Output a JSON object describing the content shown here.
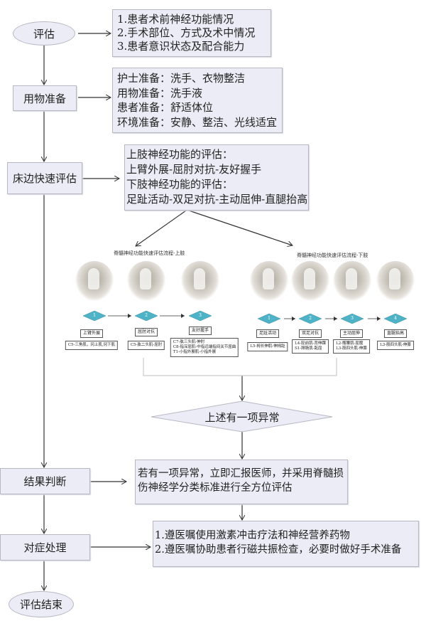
{
  "nodes": {
    "assess": "评估",
    "prep": "用物准备",
    "bedside": "床边快速评估",
    "result": "结果判断",
    "treat": "对症处理",
    "end": "评估结束",
    "decision": "上述有一项异常"
  },
  "assess_details": [
    "1.患者术前神经功能情况",
    "2.手术部位、方式及术中情况",
    "3.患者意识状态及配合能力"
  ],
  "prep_details": [
    "护士准备：洗手、衣物整洁",
    "用物准备：洗手液",
    "患者准备：舒适体位",
    "环境准备：安静、整洁、光线适宜"
  ],
  "bedside_details": [
    "上肢神经功能的评估：",
    "上臂外展-屈肘对抗-友好握手",
    "下肢神经功能的评估：",
    "足趾活动-双足对抗-主动屈伸-直腿抬高"
  ],
  "result_details": [
    "若有一项异常，立即汇报医师，并采用脊髓损",
    "伤神经学分类标准进行全方位评估"
  ],
  "treat_details": [
    "1.遵医嘱使用激素冲击疗法和神经营养药物",
    "2.遵医嘱协助患者行磁共振检查，必要时做好手术准备"
  ],
  "upper_limb": {
    "title": "脊髓神经功能快速评估流程-上肢",
    "steps": [
      {
        "num": "1",
        "label": "上臂外展",
        "details": [
          "C5-三角肌，冈上肌,冈下肌"
        ]
      },
      {
        "num": "2",
        "label": "屈肘对抗",
        "details": [
          "C5-肱二头肌-屈肘"
        ]
      },
      {
        "num": "3",
        "label": "友好握手",
        "details": [
          "C7-肱三头肌-伸肘",
          "C8-指深屈肌-中指远端指间关节屈曲",
          "T1-小指外展肌-小指外展"
        ]
      }
    ]
  },
  "lower_limb": {
    "title": "脊髓神经功能快速评估流程-下肢",
    "steps": [
      {
        "num": "1",
        "label": "足趾活动",
        "details": [
          "L5-拇长伸肌-伸拇趾"
        ]
      },
      {
        "num": "2",
        "label": "双足对抗",
        "details": [
          "L4-胫前肌-背伸踝",
          "S1-腓肠肌-跖屈"
        ]
      },
      {
        "num": "3",
        "label": "主动屈伸",
        "details": [
          "L2-髂腰肌-屈髋",
          "L3-股四头肌-伸膝"
        ]
      },
      {
        "num": "4",
        "label": "直腿抬高",
        "details": [
          "L3-股四头肌-伸膝"
        ]
      }
    ]
  },
  "colors": {
    "box_fill": "#ececf6",
    "box_border": "#b8b8c4",
    "step_diamond": "#4fb3c8"
  }
}
